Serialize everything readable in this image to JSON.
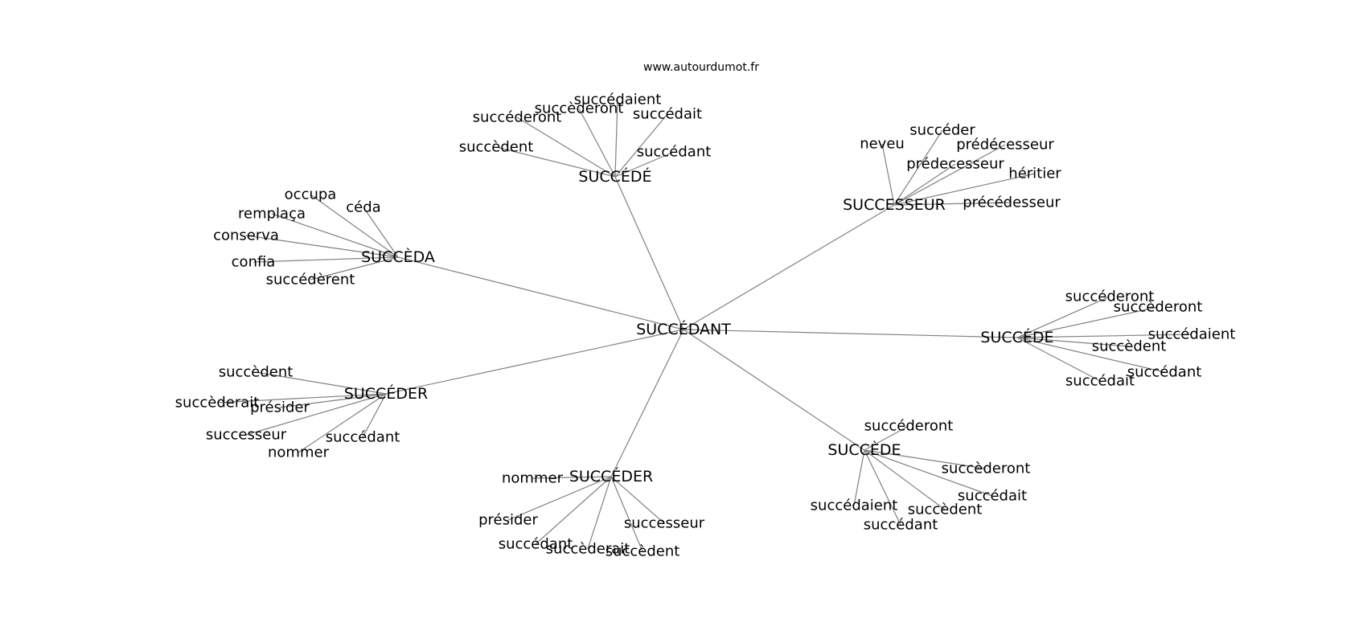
{
  "watermark": "www.autourdumot.fr",
  "center": "SUCCÉDANT",
  "clusters": [
    {
      "hub": "SUCCÉDÉ",
      "leaves": [
        "succédaient",
        "succèderont",
        "succéderont",
        "succédait",
        "succèdent",
        "succédant"
      ]
    },
    {
      "hub": "SUCCESSEUR",
      "leaves": [
        "neveu",
        "succéder",
        "prédécesseur",
        "prédecesseur",
        "héritier",
        "précédesseur"
      ]
    },
    {
      "hub": "SUCCÈDA",
      "leaves": [
        "occupa",
        "céda",
        "remplaça",
        "conserva",
        "confia",
        "succédèrent"
      ]
    },
    {
      "hub": "SUCCÉDE",
      "leaves": [
        "succéderont",
        "succèderont",
        "succédaient",
        "succèdent",
        "succédant",
        "succédait"
      ]
    },
    {
      "hub": "SUCCÉDER",
      "leaves": [
        "succèdent",
        "succèderait",
        "présider",
        "successeur",
        "succédant",
        "nommer"
      ]
    },
    {
      "hub": "SUCCÈDE",
      "leaves": [
        "succéderont",
        "succèderont",
        "succédait",
        "succédaient",
        "succèdent",
        "succédant"
      ]
    },
    {
      "hub": "SUCCÉDER",
      "leaves": [
        "nommer",
        "présider",
        "succédant",
        "succèderait",
        "succèdent",
        "successeur"
      ]
    }
  ]
}
